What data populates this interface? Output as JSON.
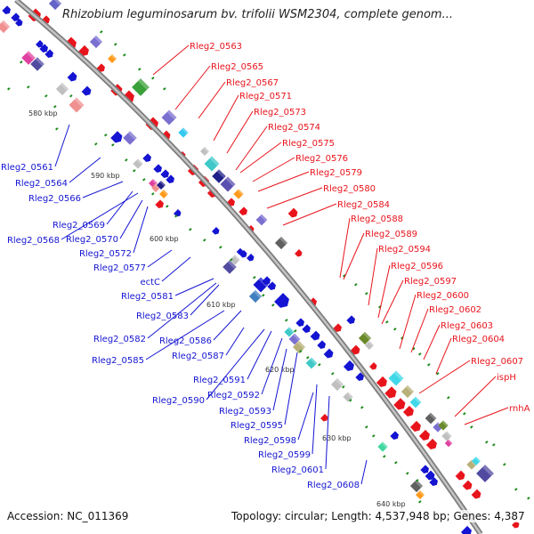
{
  "title": "Rhizobium leguminosarum bv. trifolii WSM2304, complete genom...",
  "accession_label": "Accession: NC_011369",
  "summary": "Topology: circular; Length: 4,537,948 bp; Genes: 4,387",
  "colors": {
    "forward_label": "#e8141c",
    "reverse_label": "#1414d2",
    "backbone": "#9a9a9a",
    "tick": "#1a8a1a"
  },
  "scale_ticks": [
    {
      "label": "580 kbp"
    },
    {
      "label": "590 kbp"
    },
    {
      "label": "600 kbp"
    },
    {
      "label": "610 kbp"
    },
    {
      "label": "620 kbp"
    },
    {
      "label": "630 kbp"
    },
    {
      "label": "640 kbp"
    }
  ],
  "forward_labels": [
    {
      "text": "Rleg2_0563"
    },
    {
      "text": "Rleg2_0565"
    },
    {
      "text": "Rleg2_0567"
    },
    {
      "text": "Rleg2_0571"
    },
    {
      "text": "Rleg2_0573"
    },
    {
      "text": "Rleg2_0574"
    },
    {
      "text": "Rleg2_0575"
    },
    {
      "text": "Rleg2_0576"
    },
    {
      "text": "Rleg2_0579"
    },
    {
      "text": "Rleg2_0580"
    },
    {
      "text": "Rleg2_0584"
    },
    {
      "text": "Rleg2_0588"
    },
    {
      "text": "Rleg2_0589"
    },
    {
      "text": "Rleg2_0594"
    },
    {
      "text": "Rleg2_0596"
    },
    {
      "text": "Rleg2_0597"
    },
    {
      "text": "Rleg2_0600"
    },
    {
      "text": "Rleg2_0602"
    },
    {
      "text": "Rleg2_0603"
    },
    {
      "text": "Rleg2_0604"
    },
    {
      "text": "Rleg2_0607"
    },
    {
      "text": "ispH"
    },
    {
      "text": "rnhA"
    }
  ],
  "reverse_labels": [
    {
      "text": "Rleg2_0561"
    },
    {
      "text": "Rleg2_0564"
    },
    {
      "text": "Rleg2_0566"
    },
    {
      "text": "Rleg2_0569"
    },
    {
      "text": "Rleg2_0568"
    },
    {
      "text": "Rleg2_0570"
    },
    {
      "text": "Rleg2_0572"
    },
    {
      "text": "Rleg2_0577"
    },
    {
      "text": "ectC"
    },
    {
      "text": "Rleg2_0581"
    },
    {
      "text": "Rleg2_0583"
    },
    {
      "text": "Rleg2_0582"
    },
    {
      "text": "Rleg2_0586"
    },
    {
      "text": "Rleg2_0585"
    },
    {
      "text": "Rleg2_0587"
    },
    {
      "text": "Rleg2_0591"
    },
    {
      "text": "Rleg2_0590"
    },
    {
      "text": "Rleg2_0592"
    },
    {
      "text": "Rleg2_0593"
    },
    {
      "text": "Rleg2_0595"
    },
    {
      "text": "Rleg2_0598"
    },
    {
      "text": "Rleg2_0599"
    },
    {
      "text": "Rleg2_0601"
    },
    {
      "text": "Rleg2_0608"
    }
  ]
}
